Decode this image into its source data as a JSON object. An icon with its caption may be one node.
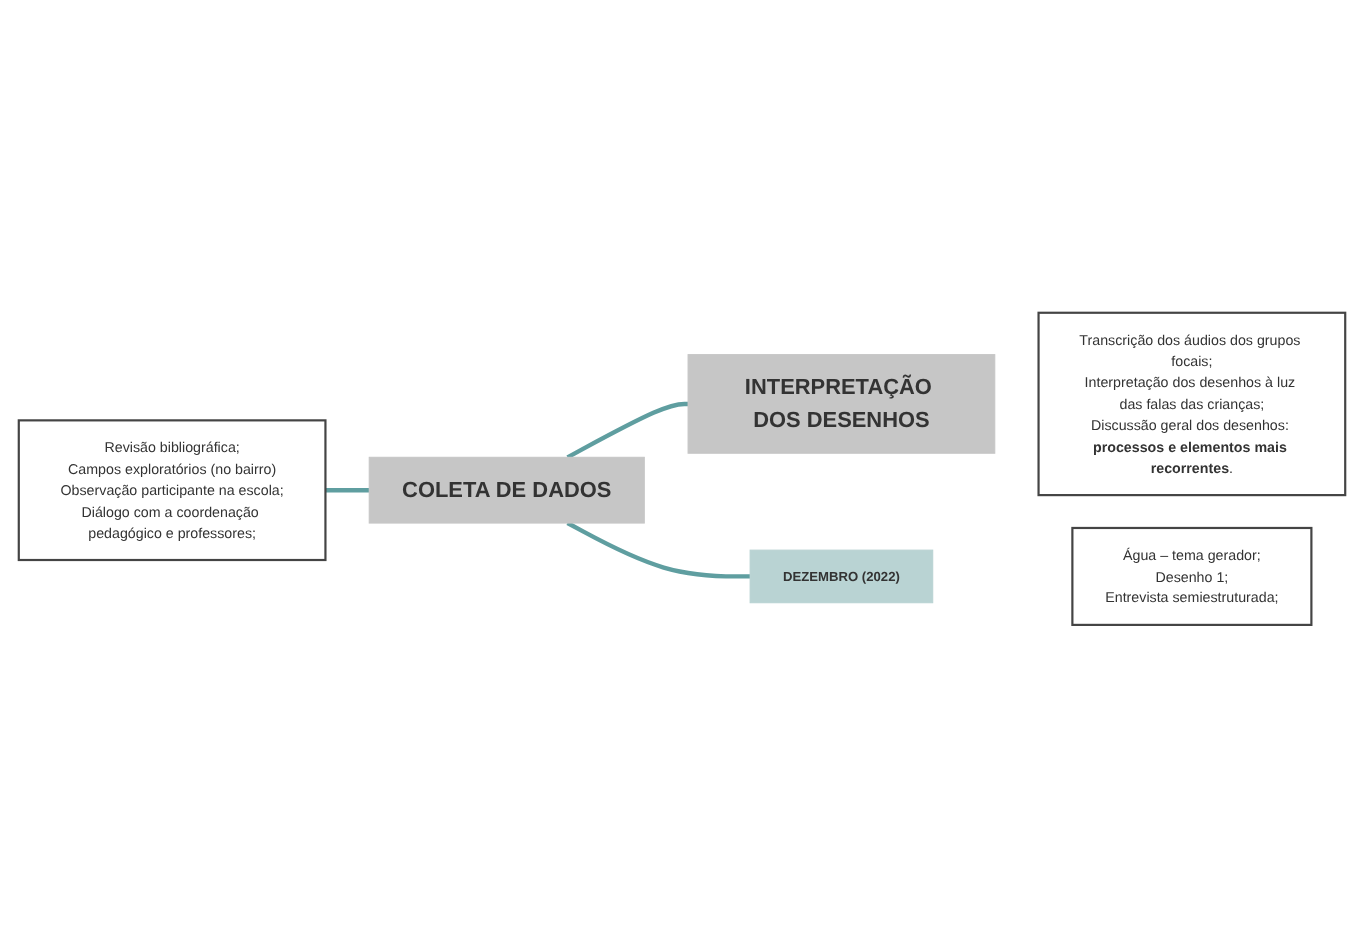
{
  "diagram": {
    "nodes": [
      {
        "text": [
          "Revisão bibliográfica;",
          "Campos exploratórios (no bairro)",
          "Observação participante na escola;",
          "Diálogo com a coordenação pedagógico e professores;"
        ]
      },
      {
        "text": [
          "COLETA DE DADOS"
        ]
      },
      {
        "text": [
          "INTERPRETAÇÃO DOS DESENHOS"
        ]
      },
      {
        "text": [
          "DEZEMBRO (2022)"
        ]
      },
      {
        "text": [
          "Água – tema gerador;",
          "Desenho 1;",
          "Entrevista semiestruturada;"
        ]
      },
      {
        "text": [
          "Transcrição dos áudios dos grupos focais;",
          "Interpretação dos desenhos à luz das falas das crianças;",
          "Discussão geral dos desenhos: **processos e elementos mais recorrentes**."
        ]
      }
    ],
    "edges": [
      {
        "from": 0,
        "to": 1,
        "arrow": "none"
      },
      {
        "from": 1,
        "to": 2,
        "arrow": "none"
      },
      {
        "from": 1,
        "to": 3,
        "arrow": "none"
      }
    ]
  }
}
